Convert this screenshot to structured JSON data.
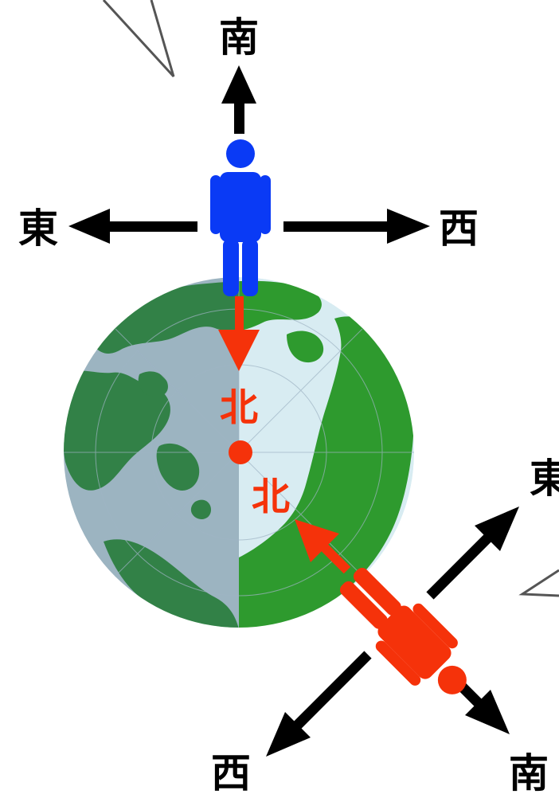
{
  "labels": {
    "top_person": {
      "south": "南",
      "east": "東",
      "west": "西",
      "north": "北"
    },
    "bottom_person": {
      "east": "東",
      "west": "西",
      "south": "南",
      "north": "北"
    }
  },
  "colors": {
    "arrow": "#000000",
    "top_person": "#0a3af5",
    "bottom_person": "#f5320a",
    "north_marker": "#f5320a",
    "globe_ocean_ice": "#d8ecf2",
    "globe_ocean_shade": "#8fa9b8",
    "globe_land": "#2e9a2e",
    "globe_land_shade": "#2a7a3a"
  },
  "icons": {
    "top_person": "standing-person-icon",
    "bottom_person": "standing-person-icon"
  }
}
